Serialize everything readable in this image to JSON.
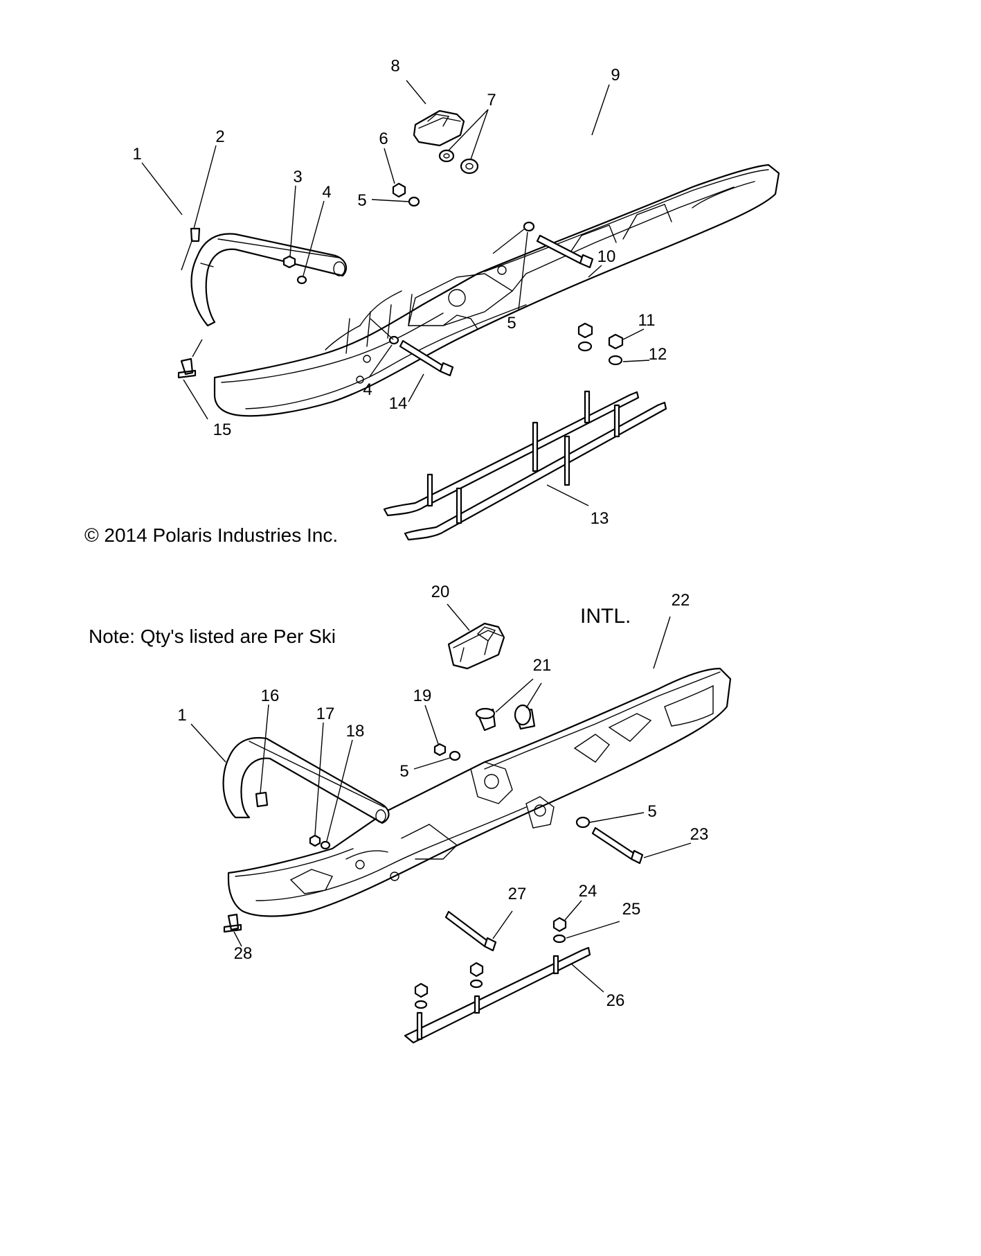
{
  "copyright": "© 2014 Polaris Industries Inc.",
  "note": "Note: Qty's listed are Per Ski",
  "variant_label": "INTL.",
  "callouts": {
    "c1a": "1",
    "c2": "2",
    "c3": "3",
    "c4a": "4",
    "c4b": "4",
    "c5a": "5",
    "c5b": "5",
    "c6": "6",
    "c7": "7",
    "c8": "8",
    "c9": "9",
    "c10": "10",
    "c11": "11",
    "c12": "12",
    "c13": "13",
    "c14": "14",
    "c15": "15",
    "c1b": "1",
    "c16": "16",
    "c17": "17",
    "c18": "18",
    "c19": "19",
    "c5c": "5",
    "c5d": "5",
    "c20": "20",
    "c21": "21",
    "c22": "22",
    "c23": "23",
    "c24": "24",
    "c25": "25",
    "c26": "26",
    "c27": "27",
    "c28": "28"
  }
}
